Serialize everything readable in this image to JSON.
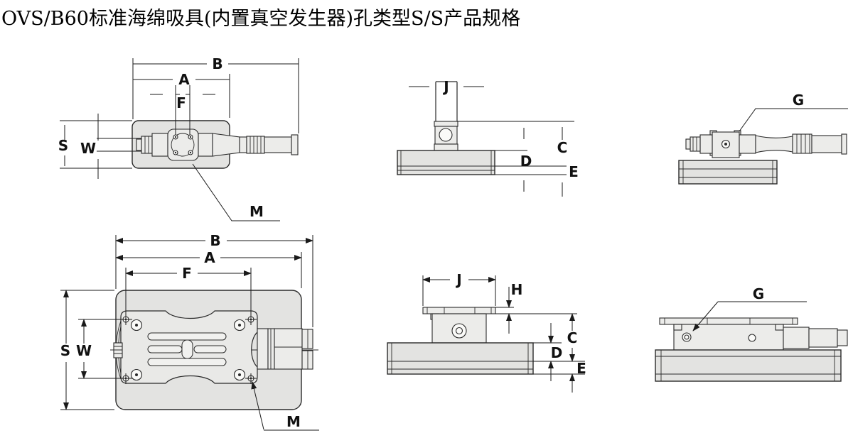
{
  "title": "OVS/B60标准海绵吸具(内置真空发生器)孔类型S/S产品规格",
  "colors": {
    "background": "#ffffff",
    "pad_fill": "#e3e3e1",
    "part_fill": "#ececea",
    "slot_fill": "#f1f1ef",
    "line_color": "#2a2a2a",
    "dim_color": "#1a1a1a",
    "label_color": "#111111"
  },
  "dims": {
    "top_plan": {
      "B": "B",
      "A": "A",
      "F": "F",
      "S": "S",
      "W": "W",
      "M": "M"
    },
    "top_front": {
      "J": "J",
      "C": "C",
      "D": "D",
      "E": "E"
    },
    "top_side": {
      "G": "G"
    },
    "bottom_plan": {
      "B": "B",
      "A": "A",
      "F": "F",
      "S": "S",
      "W": "W",
      "M": "M"
    },
    "bottom_front": {
      "J": "J",
      "H": "H",
      "C": "C",
      "D": "D",
      "E": "E"
    },
    "bottom_side": {
      "G": "G"
    }
  }
}
